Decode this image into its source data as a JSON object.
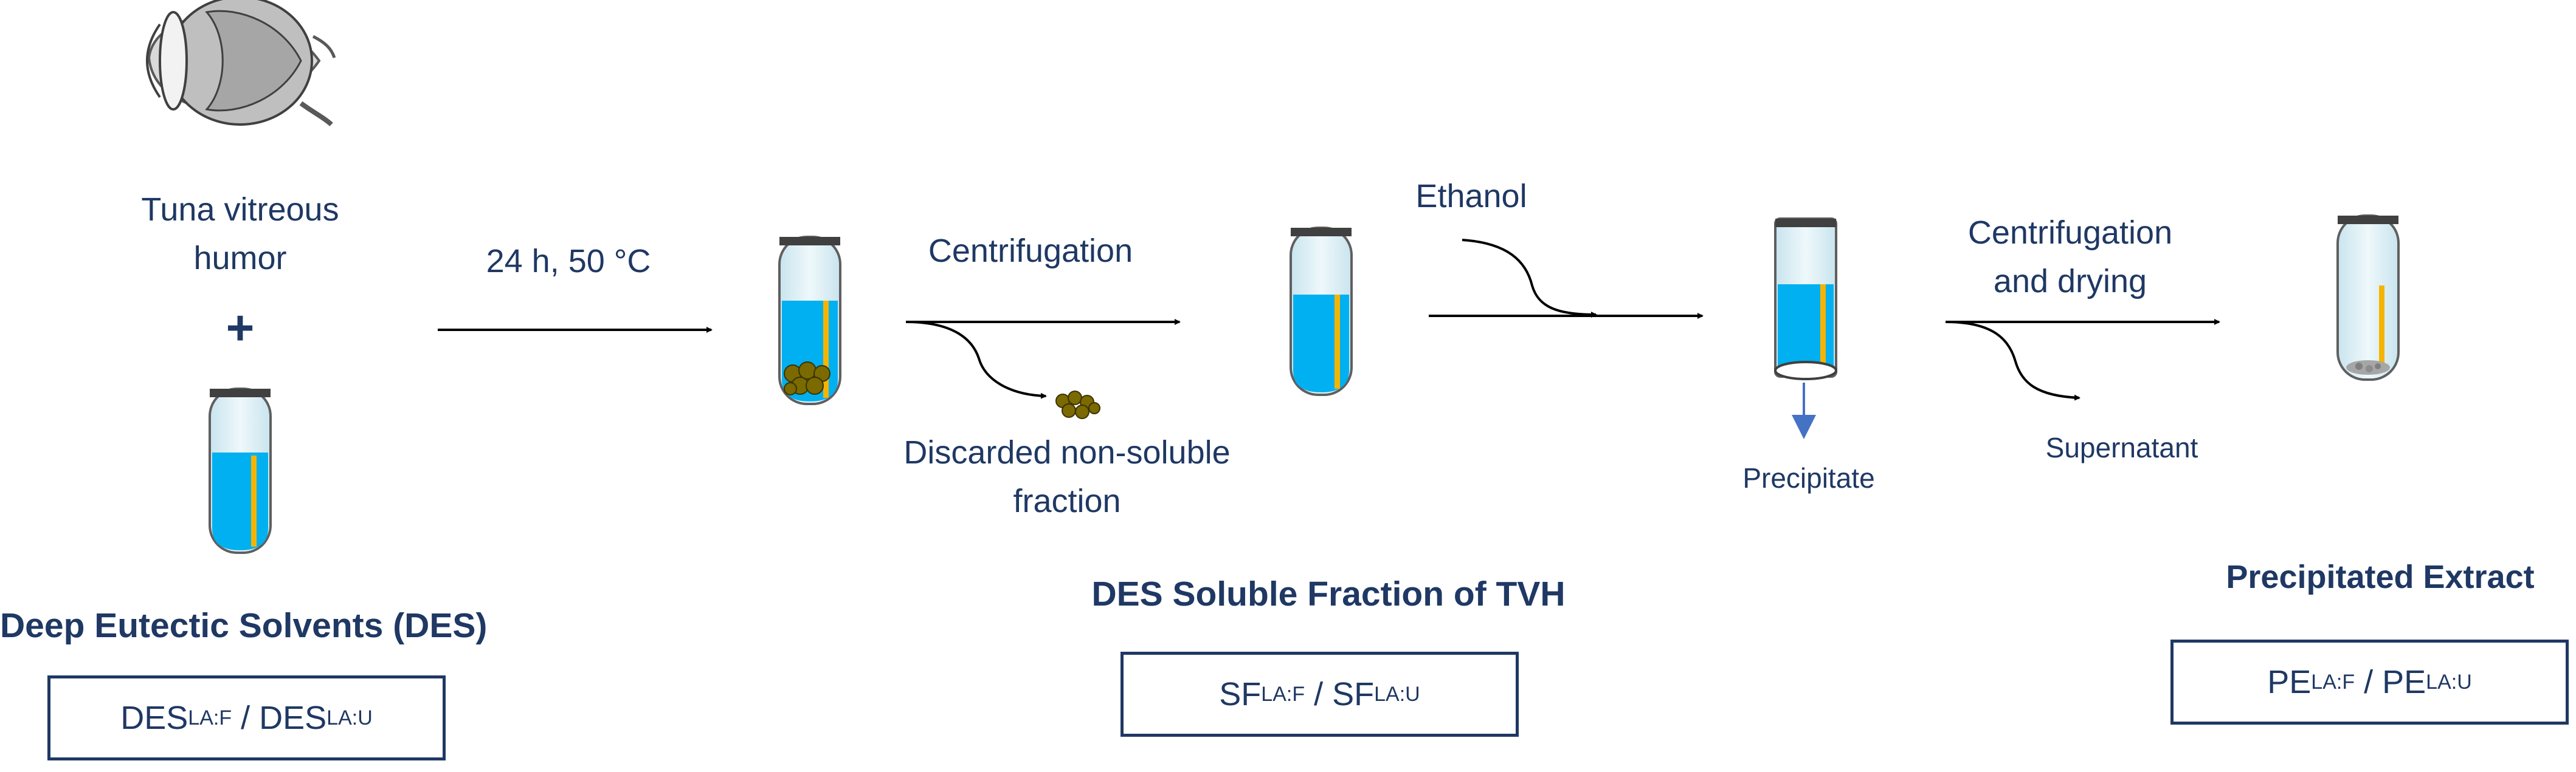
{
  "colors": {
    "text": "#1f3864",
    "liquid": "#00b0f0",
    "tube_glass": "#dbeef5",
    "rod": "#f5b400",
    "particle": "#7a6a00",
    "precipitate_arrow": "#4472c4"
  },
  "icons": [
    "eye-icon",
    "test-tube-icon",
    "particles-icon"
  ],
  "source": {
    "label_line1": "Tuna vitreous",
    "label_line2": "humor",
    "plus": "+"
  },
  "des": {
    "title": "Deep Eutectic Solvents (DES)",
    "box": {
      "a": "DES",
      "a_sub": "LA:F",
      "sep": " / ",
      "b": "DES",
      "b_sub": "LA:U"
    }
  },
  "steps": {
    "incubation": "24 h, 50 °C",
    "centrifugation": "Centrifugation",
    "discarded_line1": "Discarded non-soluble",
    "discarded_line2": "fraction",
    "ethanol": "Ethanol",
    "precipitate": "Precipitate",
    "centrifugation_drying_line1": "Centrifugation",
    "centrifugation_drying_line2": "and drying",
    "supernatant": "Supernatant"
  },
  "soluble": {
    "title": "DES Soluble Fraction of TVH",
    "box": {
      "a": "SF",
      "a_sub": "LA:F",
      "sep": " / ",
      "b": "SF",
      "b_sub": "LA:U"
    }
  },
  "extract": {
    "title": "Precipitated Extract",
    "box": {
      "a": "PE",
      "a_sub": "LA:F",
      "sep": " / ",
      "b": "PE",
      "b_sub": "LA:U"
    }
  }
}
